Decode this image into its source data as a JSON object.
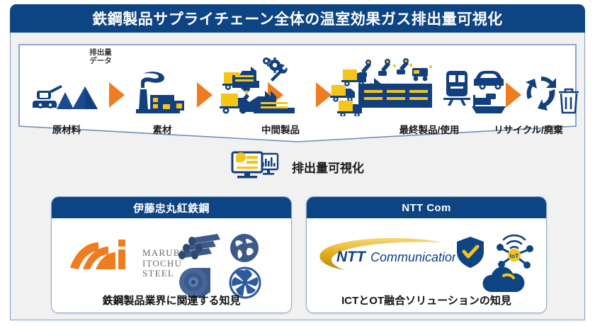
{
  "header": {
    "title": "鉄鋼製品サプライチェーン全体の温室効果ガス排出量可視化"
  },
  "supply_chain": {
    "emission_data_label_line1": "排出量",
    "emission_data_label_line2": "データ",
    "stages": [
      {
        "label": "原材料",
        "icons": [
          "excavator-icon",
          "ore-mountain-icon"
        ]
      },
      {
        "label": "素材",
        "icons": [
          "steel-factory-icon",
          "truck-icon"
        ]
      },
      {
        "label": "中間製品",
        "icons": [
          "gear-factory-icon",
          "robot-arm-factory-icon",
          "truck-icon"
        ]
      },
      {
        "label": "最終製品/使用",
        "icons": [
          "robot-assembly-factory-icon",
          "train-icon",
          "car-icon",
          "ship-icon"
        ]
      },
      {
        "label": "リサイクル/廃棄",
        "icons": [
          "recycle-icon",
          "trash-bin-icon"
        ]
      }
    ],
    "arrow_count": 5
  },
  "visualization": {
    "label": "排出量可視化",
    "icon": "monitor-dashboard-icon"
  },
  "cards": [
    {
      "title": "伊藤忠丸紅鉄鋼",
      "logo_name": "marubeni-itochu-steel-logo",
      "logo_text_lines": [
        "MARUBENI",
        "ITOCHU",
        "STEEL"
      ],
      "icons": [
        "steel-pipes-icon",
        "globe-icon",
        "steel-coil-icon",
        "turbine-icon"
      ],
      "caption": "鉄鋼製品業界に関連する知見"
    },
    {
      "title": "NTT Com",
      "logo_name": "ntt-communications-logo",
      "logo_text_bold": "NTT",
      "logo_text_rest": "Communications",
      "icons": [
        "shield-check-icon",
        "iot-network-icon",
        "cloud-icon"
      ],
      "caption": "ICTとOT融合ソリューションの知見"
    }
  ],
  "colors": {
    "navy": "#0d4483",
    "deep_navy": "#123f7d",
    "orange": "#ef7d1f",
    "yellow": "#f5c518",
    "steel_blue": "#3c5a89",
    "gold": "#e8b524",
    "panel_bg": "#f1f1f1",
    "border_blue": "#7f9dc4"
  }
}
